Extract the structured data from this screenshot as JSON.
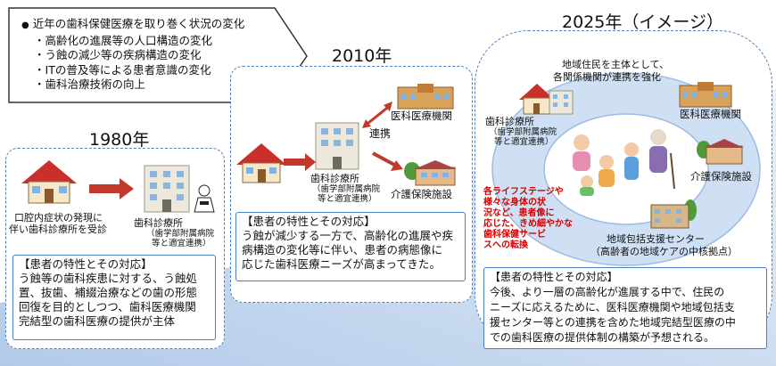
{
  "top_callout": {
    "heading": "近年の歯科保健医療を取り巻く状況の変化",
    "items": [
      "高齢化の進展等の人口構造の変化",
      "う蝕の減少等の疾病構造の変化",
      "ITの普及等による患者意識の変化",
      "歯科治療技術の向上"
    ]
  },
  "era_1980": {
    "title": "1980年",
    "house_label": [
      "口腔内症状の発現に",
      "伴い歯科診療所を受診"
    ],
    "clinic_label": "歯科診療所",
    "clinic_sub": [
      "（歯学部附属病院",
      "等と適宜連携）"
    ],
    "box_title": "【患者の特性とその対応】",
    "box_lines": [
      "う蝕等の歯科疾患に対する、う蝕処",
      "置、抜歯、補綴治療などの歯の形態",
      "回復を目的としつつ、歯科医療機関",
      "完結型の歯科医療の提供が主体"
    ]
  },
  "era_2010": {
    "title": "2010年",
    "clinic_label": "歯科診療所",
    "clinic_sub": [
      "（歯学部附属病院",
      "等と適宜連携）"
    ],
    "link_label": "連携",
    "hospital_label": "医科医療機関",
    "care_label": "介護保険施設",
    "box_title": "【患者の特性とその対応】",
    "box_lines": [
      "う蝕が減少する一方で、高齢化の進展や疾",
      "病構造の変化等に伴い、患者の病態像に",
      "応じた歯科医療ニーズが高まってきた。"
    ]
  },
  "era_2025": {
    "title": "2025年（イメージ）",
    "community_label": [
      "地域住民を主体として、",
      "各関係機関が連携を強化"
    ],
    "clinic_label": "歯科診療所",
    "clinic_sub": [
      "（歯学部附属病院",
      "等と適宜連携）"
    ],
    "hospital_label": "医科医療機関",
    "care_label": "介護保険施設",
    "center_label": [
      "地域包括支援センター",
      "（高齢者の地域ケアの中核拠点）"
    ],
    "red_note": [
      "各ライフステージや",
      "様々な身体の状",
      "況など、患者像に",
      "応じた、きめ細やかな",
      "歯科保健サービ",
      "スへの転換"
    ],
    "box_title": "【患者の特性とその対応】",
    "box_lines": [
      "今後、より一層の高齢化が進展する中で、住民の",
      "ニーズに応えるために、医科医療機関や地域包括支",
      "援センター等との連携を含めた地域完結型医療の中",
      "での歯科医療の提供体制の構築が予想される。"
    ]
  },
  "colors": {
    "dashed_border": "#4a7fc1",
    "red_text": "#d60000",
    "ramp": "#b8cdea",
    "ring": "#c9dcf2"
  }
}
